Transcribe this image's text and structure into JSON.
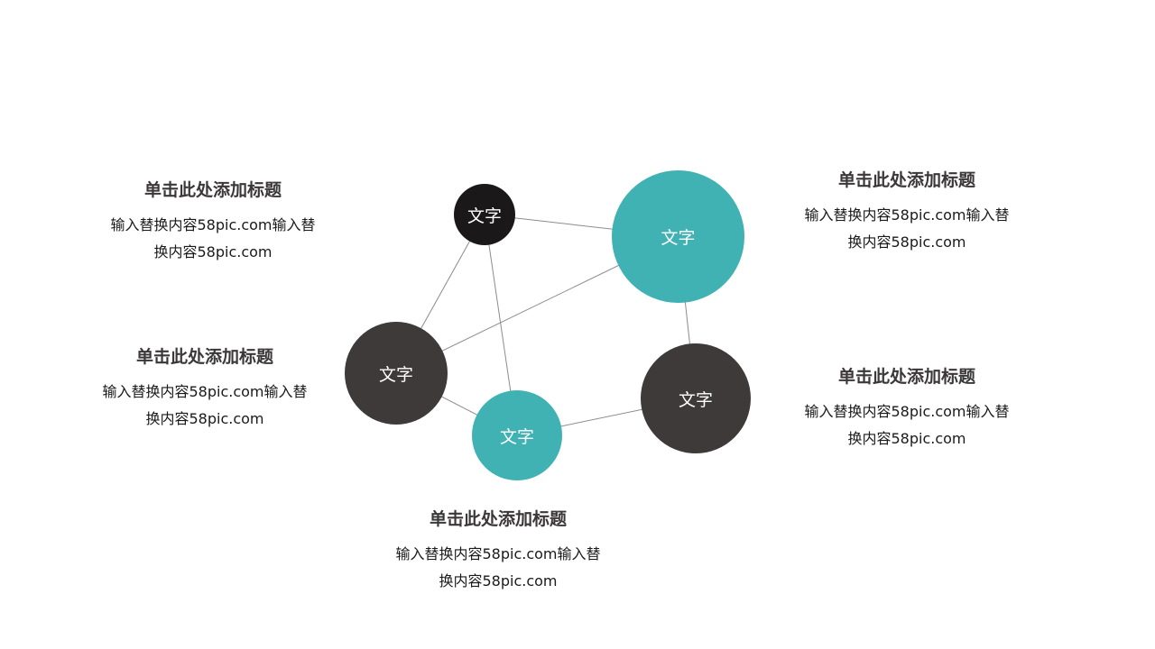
{
  "colors": {
    "teal": "#40b2b3",
    "dark": "#3d3a39",
    "black": "#1a1818",
    "line": "#8c8c8c"
  },
  "nodes": [
    {
      "id": "n1",
      "label": "文字",
      "color": "#1a1818"
    },
    {
      "id": "n2",
      "label": "文字",
      "color": "#40b2b3"
    },
    {
      "id": "n3",
      "label": "文字",
      "color": "#3d3a39"
    },
    {
      "id": "n4",
      "label": "文字",
      "color": "#40b2b3"
    },
    {
      "id": "n5",
      "label": "文字",
      "color": "#3d3a39"
    }
  ],
  "edges": [
    [
      "n1",
      "n2"
    ],
    [
      "n1",
      "n3"
    ],
    [
      "n1",
      "n4"
    ],
    [
      "n2",
      "n3"
    ],
    [
      "n2",
      "n5"
    ],
    [
      "n3",
      "n4"
    ],
    [
      "n4",
      "n5"
    ]
  ],
  "blocks": [
    {
      "title": "单击此处添加标题",
      "line1": "输入替换内容58pic.com输入替",
      "line2": "换内容58pic.com"
    },
    {
      "title": "单击此处添加标题",
      "line1": "输入替换内容58pic.com输入替",
      "line2": "换内容58pic.com"
    },
    {
      "title": "单击此处添加标题",
      "line1": "输入替换内容58pic.com输入替",
      "line2": "换内容58pic.com"
    },
    {
      "title": "单击此处添加标题",
      "line1": "输入替换内容58pic.com输入替",
      "line2": "换内容58pic.com"
    },
    {
      "title": "单击此处添加标题",
      "line1": "输入替换内容58pic.com输入替",
      "line2": "换内容58pic.com"
    }
  ]
}
